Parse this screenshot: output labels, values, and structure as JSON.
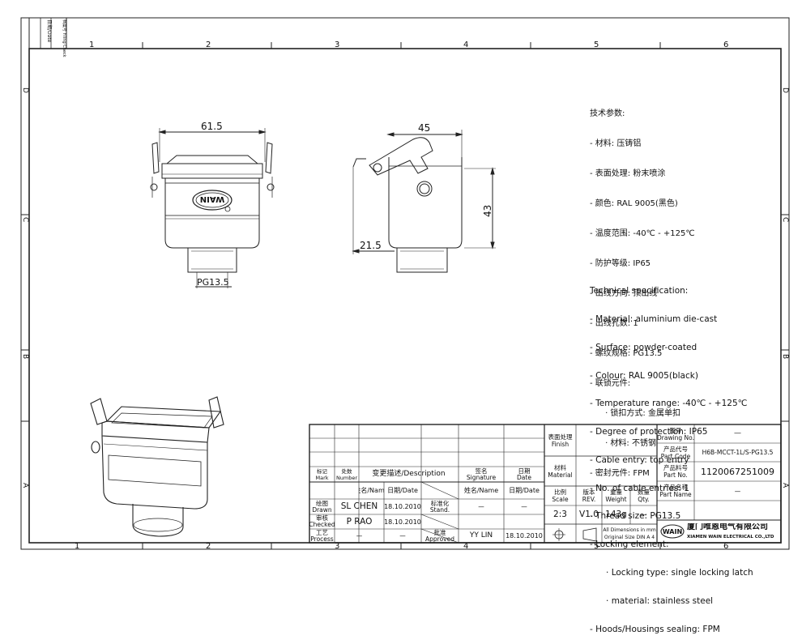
{
  "frame": {
    "col_labels": [
      "1",
      "2",
      "3",
      "4",
      "5",
      "6"
    ],
    "row_labels": [
      "D",
      "C",
      "B",
      "A"
    ],
    "corner_labels": [
      "日期/Date",
      "档案号 Filing Check"
    ]
  },
  "dimensions": {
    "front_width": "61.5",
    "side_width": "45",
    "side_height": "43",
    "side_offset": "21.5",
    "thread": "PG13.5"
  },
  "logo": {
    "text": "WAIN"
  },
  "spec_cn": {
    "title": "技术参数:",
    "lines": [
      "- 材料: 压铸铝",
      "- 表面处理: 粉末喷涂",
      "- 颜色: RAL 9005(黑色)",
      "- 温度范围: -40℃ - +125℃",
      "- 防护等级: IP65",
      "- 出线方向: 顶出线",
      "- 出线孔数: 1",
      "- 螺纹规格: PG13.5",
      "- 联锁元件:",
      "      · 锁扣方式: 金属单扣",
      "      · 材料: 不锈钢",
      "- 密封元件: FPM"
    ]
  },
  "spec_en": {
    "title": "Technical specification:",
    "lines": [
      "- Material: aluminium die-cast",
      "- Surface: powder-coated",
      "- Colour: RAL 9005(black)",
      "- Temperature range: -40℃ - +125℃",
      "- Degree of protection: IP65",
      "- Cable entry: top entry",
      "- No. of cable entries: 1",
      "- Thread size: PG13.5",
      "- Locking element:",
      "      · Locking type: single locking latch",
      "      · material: stainless steel",
      "- Hoods/Housings sealing: FPM"
    ]
  },
  "title_block": {
    "mark": "标记\nMark",
    "number": "处数\nNumber",
    "description": "变更描述/Description",
    "signature": "签名\nSignature",
    "date": "日期\nDate",
    "name_hdr": "姓名/Name",
    "date_hdr": "日期/Date",
    "stand": "标准化\nStand.",
    "name_hdr2": "姓名/Name",
    "date_hdr2": "日期/Date",
    "drawn": "绘图\nDrawn",
    "drawn_name": "SL CHEN",
    "drawn_date": "18.10.2010",
    "stand_val": "—",
    "stand_date": "—",
    "checked": "审核\nChecked",
    "checked_name": "P RAO",
    "checked_date": "18.10.2010",
    "process": "工艺\nProcess",
    "process_name": "—",
    "process_date": "—",
    "approved": "批准\nApproved",
    "approved_name": "YY LIN",
    "approved_date": "18.10.2010",
    "finish": "表面处理\nFinish",
    "finish_val": "—",
    "material": "材料\nMaterial",
    "material_val": "—",
    "scale": "比例\nScale",
    "scale_val": "2:3",
    "rev": "版本\nREV.",
    "rev_val": "V1.0",
    "weight": "重量\nWeight",
    "weight_val": "143g",
    "qty": "数量\nQty.",
    "qty_val": "—",
    "all_dim": "All Dimensions in mm\nOriginal Size DIN A 4",
    "drawing_no": "图号\nDrawing No.",
    "drawing_no_val": "—",
    "part_code": "产品代号\nPart Code",
    "part_code_val": "H6B-MCCT-1L/S-PG13.5",
    "part_no": "产品料号\nPart No.",
    "part_no_val": "1120067251009",
    "part_name": "产品名称\nPart Name",
    "part_name_val": "—",
    "company_cn": "厦门唯恩电气有限公司",
    "company_en": "XIAMEN WAIN ELECTRICAL CO.,LTD"
  }
}
